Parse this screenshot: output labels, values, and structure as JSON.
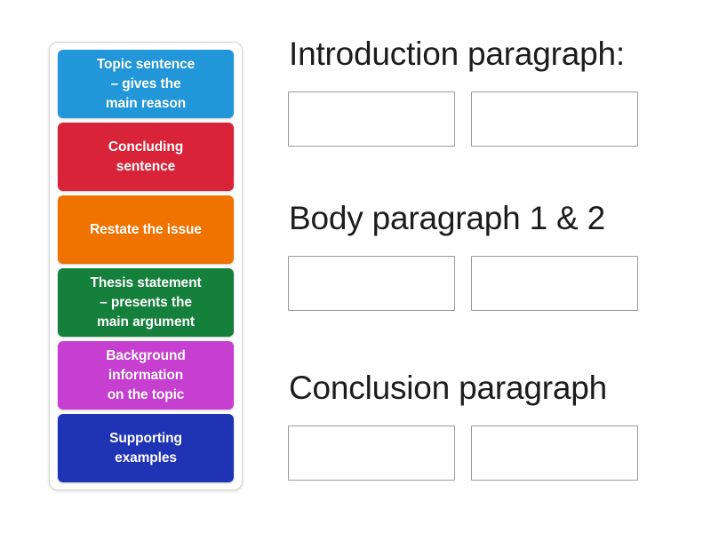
{
  "activity": {
    "type": "drag-and-drop group sort",
    "tile_text_color": "#ffffff"
  },
  "tile_panel": {
    "tiles": [
      {
        "label": "Topic sentence\n– gives the\nmain reason",
        "color": "#2196d9"
      },
      {
        "label": "Concluding\nsentence",
        "color": "#d92338"
      },
      {
        "label": "Restate the issue",
        "color": "#f07300"
      },
      {
        "label": "Thesis statement\n– presents the\nmain argument",
        "color": "#14803c"
      },
      {
        "label": "Background\ninformation\non the topic",
        "color": "#c63fd0"
      },
      {
        "label": "Supporting\nexamples",
        "color": "#1f33b5"
      }
    ]
  },
  "groups": [
    {
      "title": "Introduction paragraph:",
      "slots": [
        {
          "value": ""
        },
        {
          "value": ""
        }
      ]
    },
    {
      "title": "Body paragraph 1 & 2",
      "slots": [
        {
          "value": ""
        },
        {
          "value": ""
        }
      ]
    },
    {
      "title": "Conclusion paragraph",
      "slots": [
        {
          "value": ""
        },
        {
          "value": ""
        }
      ]
    }
  ]
}
